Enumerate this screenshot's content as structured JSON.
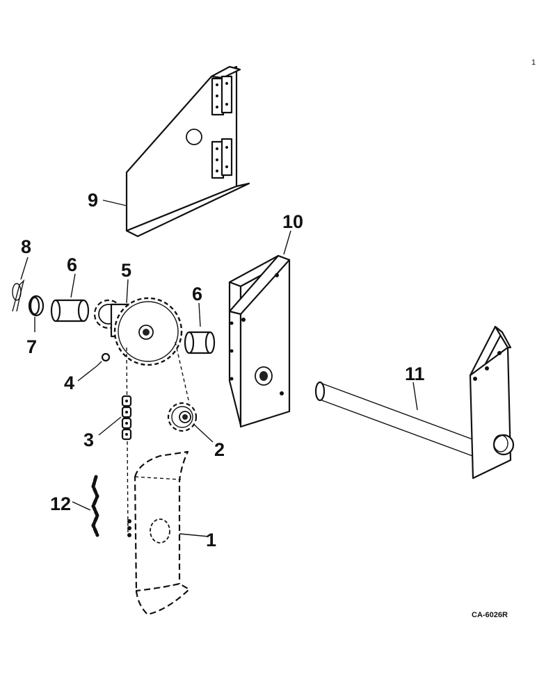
{
  "page_mark": "1",
  "drawing_code": "CA-6026R",
  "callouts": {
    "c1": "1",
    "c2": "2",
    "c3": "3",
    "c4": "4",
    "c5": "5",
    "c6a": "6",
    "c6b": "6",
    "c7": "7",
    "c8": "8",
    "c9": "9",
    "c10": "10",
    "c11": "11",
    "c12": "12"
  },
  "parts": [
    {
      "ref": "1",
      "name": "chain-guard"
    },
    {
      "ref": "2",
      "name": "small-sprocket"
    },
    {
      "ref": "3",
      "name": "drive-chain"
    },
    {
      "ref": "4",
      "name": "chain-link-pin"
    },
    {
      "ref": "5",
      "name": "double-sprocket-assembly"
    },
    {
      "ref": "6",
      "name": "bushing"
    },
    {
      "ref": "7",
      "name": "washer"
    },
    {
      "ref": "8",
      "name": "cotter-pin"
    },
    {
      "ref": "9",
      "name": "upper-cover-with-hinges"
    },
    {
      "ref": "10",
      "name": "side-plate"
    },
    {
      "ref": "11",
      "name": "shaft-with-bracket"
    },
    {
      "ref": "12",
      "name": "chain"
    }
  ]
}
